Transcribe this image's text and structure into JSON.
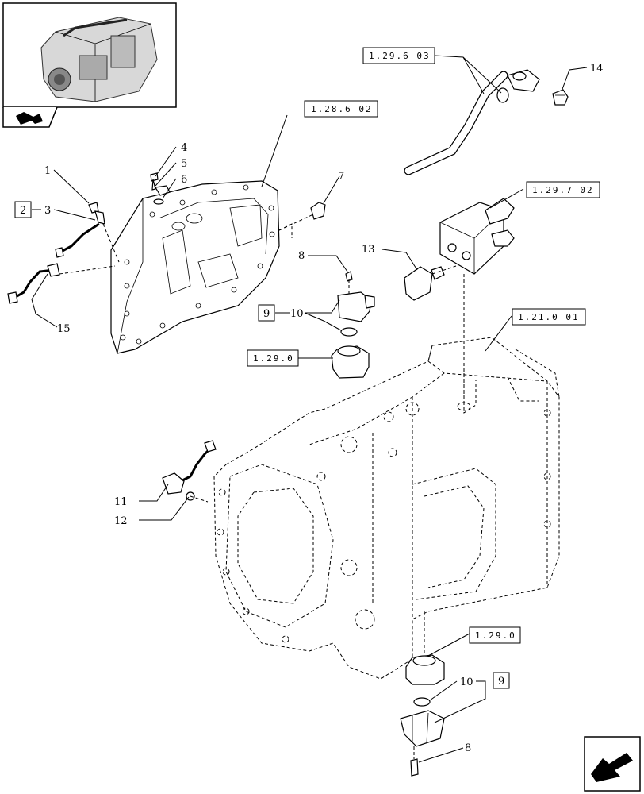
{
  "callouts": {
    "n1": "1",
    "n2": "2",
    "n3": "3",
    "n4": "4",
    "n5": "5",
    "n6": "6",
    "n7": "7",
    "n8a": "8",
    "n8b": "8",
    "n9a": "9",
    "n9b": "9",
    "n10a": "10",
    "n10b": "10",
    "n11": "11",
    "n12": "12",
    "n13": "13",
    "n14": "14",
    "n15": "15"
  },
  "references": {
    "r128602": "1.28.6 02",
    "r129603": "1.29.6 03",
    "r129702": "1.29.7 02",
    "r12101": "1.21.0 01",
    "r1290a": "1.29.0",
    "r1290b": "1.29.0"
  }
}
